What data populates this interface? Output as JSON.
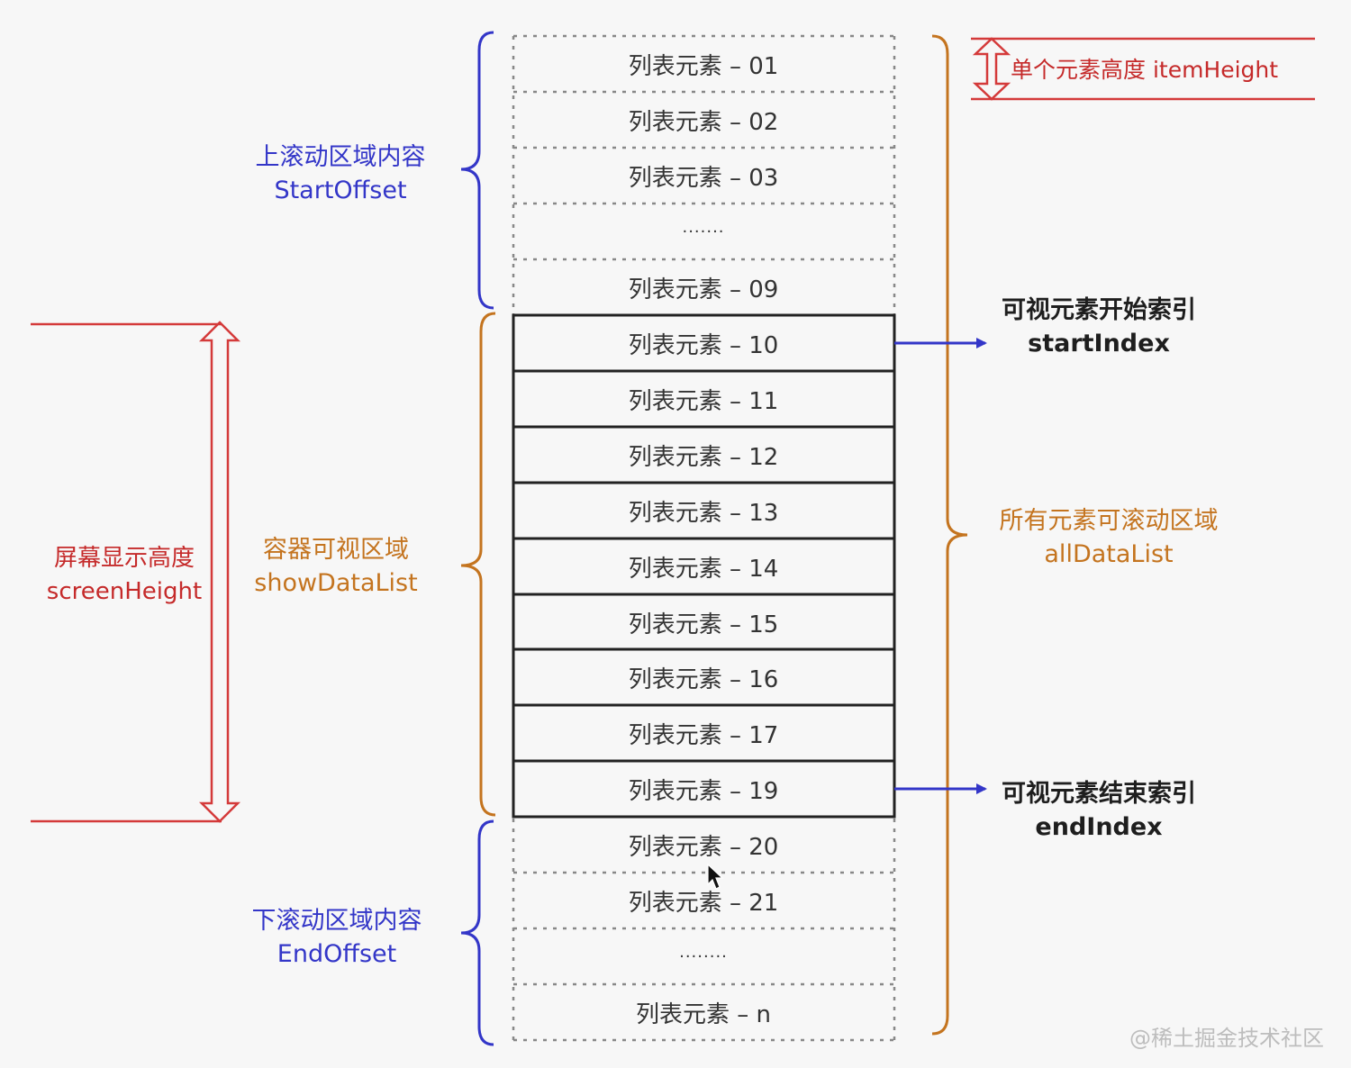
{
  "list_items": [
    {
      "label": "列表元素 – 01",
      "visible": false
    },
    {
      "label": "列表元素 – 02",
      "visible": false
    },
    {
      "label": "列表元素 – 03",
      "visible": false
    },
    {
      "label": "·······",
      "visible": false
    },
    {
      "label": "列表元素 – 09",
      "visible": false
    },
    {
      "label": "列表元素 – 10",
      "visible": true
    },
    {
      "label": "列表元素 – 11",
      "visible": true
    },
    {
      "label": "列表元素 – 12",
      "visible": true
    },
    {
      "label": "列表元素 – 13",
      "visible": true
    },
    {
      "label": "列表元素 – 14",
      "visible": true
    },
    {
      "label": "列表元素 – 15",
      "visible": true
    },
    {
      "label": "列表元素 – 16",
      "visible": true
    },
    {
      "label": "列表元素 – 17",
      "visible": true
    },
    {
      "label": "列表元素 – 19",
      "visible": true
    },
    {
      "label": "列表元素 – 20",
      "visible": false
    },
    {
      "label": "列表元素 – 21",
      "visible": false
    },
    {
      "label": "········",
      "visible": false
    },
    {
      "label": "列表元素 – n",
      "visible": false
    }
  ],
  "labels": {
    "start_offset": {
      "line1": "上滚动区域内容",
      "line2": "StartOffset"
    },
    "show_data_list": {
      "line1": "容器可视区域",
      "line2": "showDataList"
    },
    "end_offset": {
      "line1": "下滚动区域内容",
      "line2": "EndOffset"
    },
    "screen_height": {
      "line1": "屏幕显示高度",
      "line2": "screenHeight"
    },
    "item_height": {
      "text": "单个元素高度 itemHeight"
    },
    "start_index": {
      "line1": "可视元素开始索引",
      "line2": "startIndex"
    },
    "end_index": {
      "line1": "可视元素结束索引",
      "line2": "endIndex"
    },
    "all_data_list": {
      "line1": "所有元素可滚动区域",
      "line2": "allDataList"
    }
  },
  "watermark": "@稀土掘金技术社区",
  "colors": {
    "blue": "#3336c8",
    "orange": "#c4741f",
    "red": "#d43a3a",
    "frame": "#222222",
    "dotted": "#888888"
  }
}
